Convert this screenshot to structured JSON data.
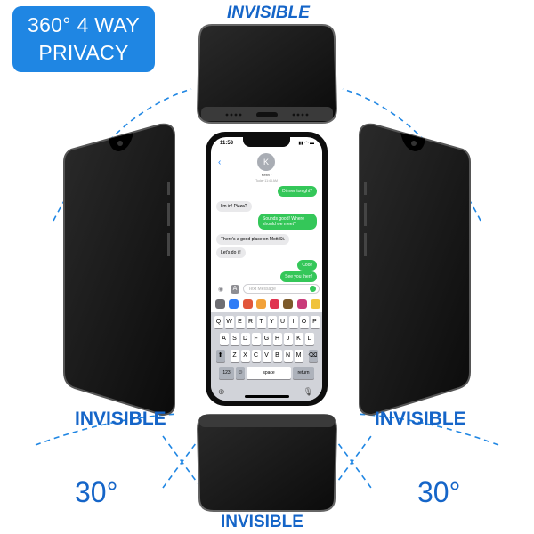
{
  "badge": {
    "line1": "360° 4 WAY",
    "line2": "PRIVACY"
  },
  "labels": {
    "top": "INVISIBLE",
    "left": "INVISIBLE",
    "right": "INVISIBLE",
    "bottom": "INVISIBLE"
  },
  "angles": {
    "left": "30°",
    "right": "30°"
  },
  "colors": {
    "accent": "#1f86e3",
    "label": "#1565c8",
    "bubble_out": "#34c759",
    "bubble_in": "#e9e9eb"
  },
  "phone": {
    "status_time": "11:53",
    "status_icons": "▮▮ ◠ ▬",
    "back_icon": "chevron-left-icon",
    "avatar_initial": "K",
    "contact_name": "Keith ›",
    "timestamp": "Today 11:46 AM",
    "messages": [
      {
        "from": "me",
        "text": "Dinner tonight?"
      },
      {
        "from": "them",
        "text": "I'm in! Pizza?"
      },
      {
        "from": "me",
        "text": "Sounds good! Where should we meet?"
      },
      {
        "from": "them",
        "text": "There's a good place on Mott St."
      },
      {
        "from": "them",
        "text": "Let's do it!"
      },
      {
        "from": "me",
        "text": "Cool!"
      },
      {
        "from": "me",
        "text": "See you then!"
      }
    ],
    "input_placeholder": "Text Message",
    "keyboard": {
      "row1": [
        "Q",
        "W",
        "E",
        "R",
        "T",
        "Y",
        "U",
        "I",
        "O",
        "P"
      ],
      "row2": [
        "A",
        "S",
        "D",
        "F",
        "G",
        "H",
        "J",
        "K",
        "L"
      ],
      "row3": [
        "Z",
        "X",
        "C",
        "V",
        "B",
        "N",
        "M"
      ],
      "shift": "⬆",
      "delete": "⌫",
      "numbers": "123",
      "emoji": "☺",
      "space": "space",
      "return": "return",
      "globe": "⊕",
      "mic": "🎙"
    }
  }
}
